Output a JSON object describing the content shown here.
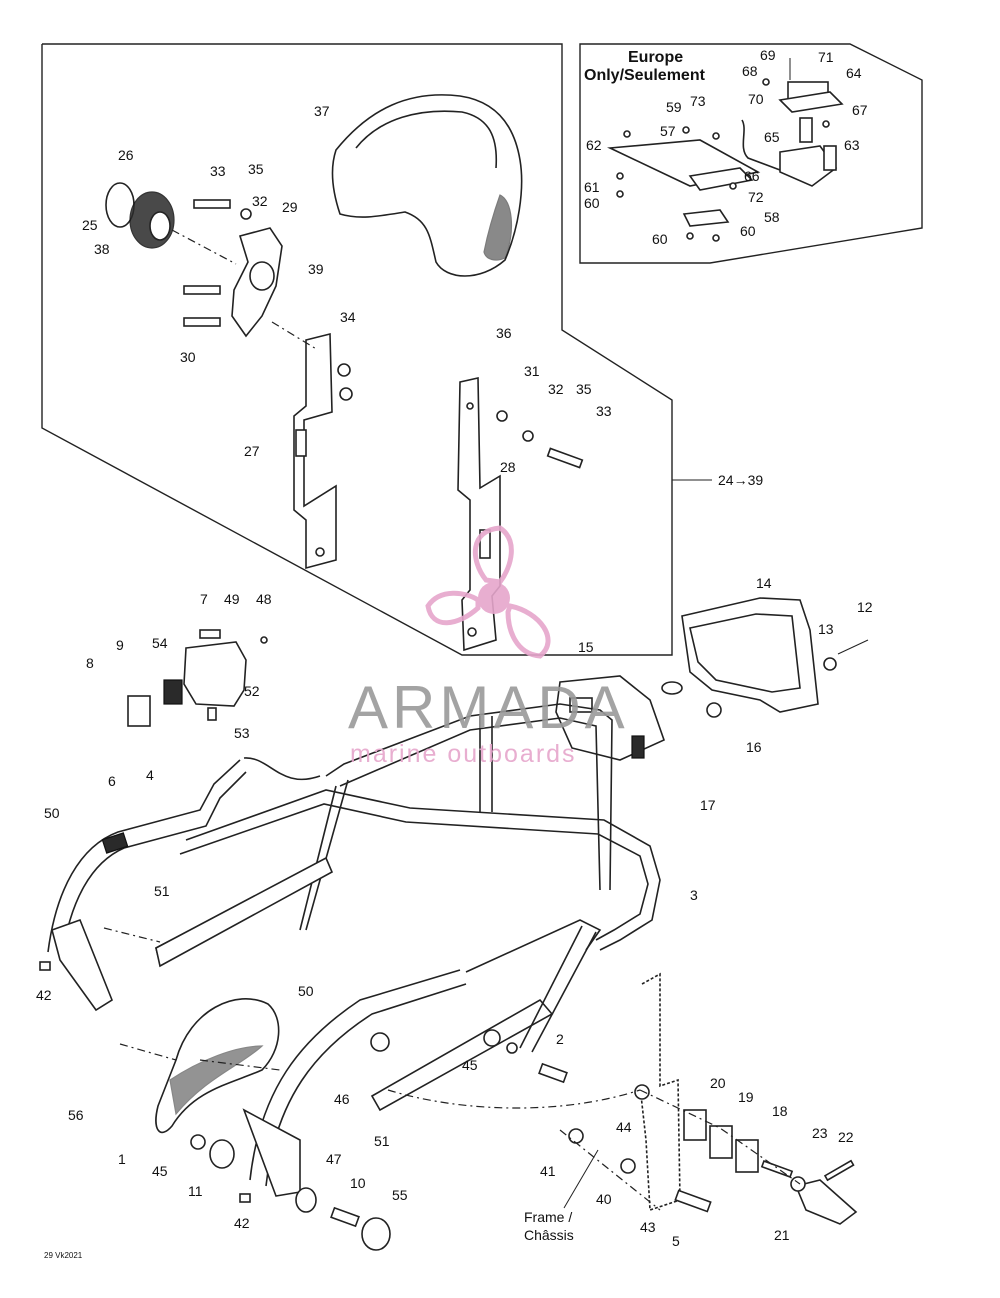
{
  "europe_header": {
    "line1": "Europe",
    "line2": "Only/Seulement"
  },
  "group_range": "24→39",
  "frame_label": {
    "line1": "Frame /",
    "line2": "Châssis"
  },
  "figure_code": "29 Vk2021",
  "watermark": {
    "brand": "ARMADA",
    "tagline": "marine outboards"
  },
  "callouts": [
    {
      "n": "37"
    },
    {
      "n": "36"
    },
    {
      "n": "26"
    },
    {
      "n": "25"
    },
    {
      "n": "38"
    },
    {
      "n": "33"
    },
    {
      "n": "35"
    },
    {
      "n": "32"
    },
    {
      "n": "29"
    },
    {
      "n": "39"
    },
    {
      "n": "30"
    },
    {
      "n": "34"
    },
    {
      "n": "27"
    },
    {
      "n": "31"
    },
    {
      "n": "32"
    },
    {
      "n": "35"
    },
    {
      "n": "33"
    },
    {
      "n": "28"
    },
    {
      "n": "69"
    },
    {
      "n": "71"
    },
    {
      "n": "68"
    },
    {
      "n": "64"
    },
    {
      "n": "70"
    },
    {
      "n": "67"
    },
    {
      "n": "59"
    },
    {
      "n": "73"
    },
    {
      "n": "62"
    },
    {
      "n": "57"
    },
    {
      "n": "65"
    },
    {
      "n": "63"
    },
    {
      "n": "66"
    },
    {
      "n": "61"
    },
    {
      "n": "72"
    },
    {
      "n": "60"
    },
    {
      "n": "58"
    },
    {
      "n": "60"
    },
    {
      "n": "60"
    },
    {
      "n": "14"
    },
    {
      "n": "12"
    },
    {
      "n": "13"
    },
    {
      "n": "15"
    },
    {
      "n": "16"
    },
    {
      "n": "17"
    },
    {
      "n": "7"
    },
    {
      "n": "49"
    },
    {
      "n": "48"
    },
    {
      "n": "9"
    },
    {
      "n": "54"
    },
    {
      "n": "8"
    },
    {
      "n": "52"
    },
    {
      "n": "53"
    },
    {
      "n": "4"
    },
    {
      "n": "6"
    },
    {
      "n": "50"
    },
    {
      "n": "3"
    },
    {
      "n": "51"
    },
    {
      "n": "42"
    },
    {
      "n": "50"
    },
    {
      "n": "2"
    },
    {
      "n": "45"
    },
    {
      "n": "46"
    },
    {
      "n": "56"
    },
    {
      "n": "1"
    },
    {
      "n": "45"
    },
    {
      "n": "11"
    },
    {
      "n": "42"
    },
    {
      "n": "47"
    },
    {
      "n": "10"
    },
    {
      "n": "55"
    },
    {
      "n": "51"
    },
    {
      "n": "41"
    },
    {
      "n": "44"
    },
    {
      "n": "20"
    },
    {
      "n": "19"
    },
    {
      "n": "18"
    },
    {
      "n": "23"
    },
    {
      "n": "22"
    },
    {
      "n": "40"
    },
    {
      "n": "43"
    },
    {
      "n": "5"
    },
    {
      "n": "21"
    }
  ]
}
